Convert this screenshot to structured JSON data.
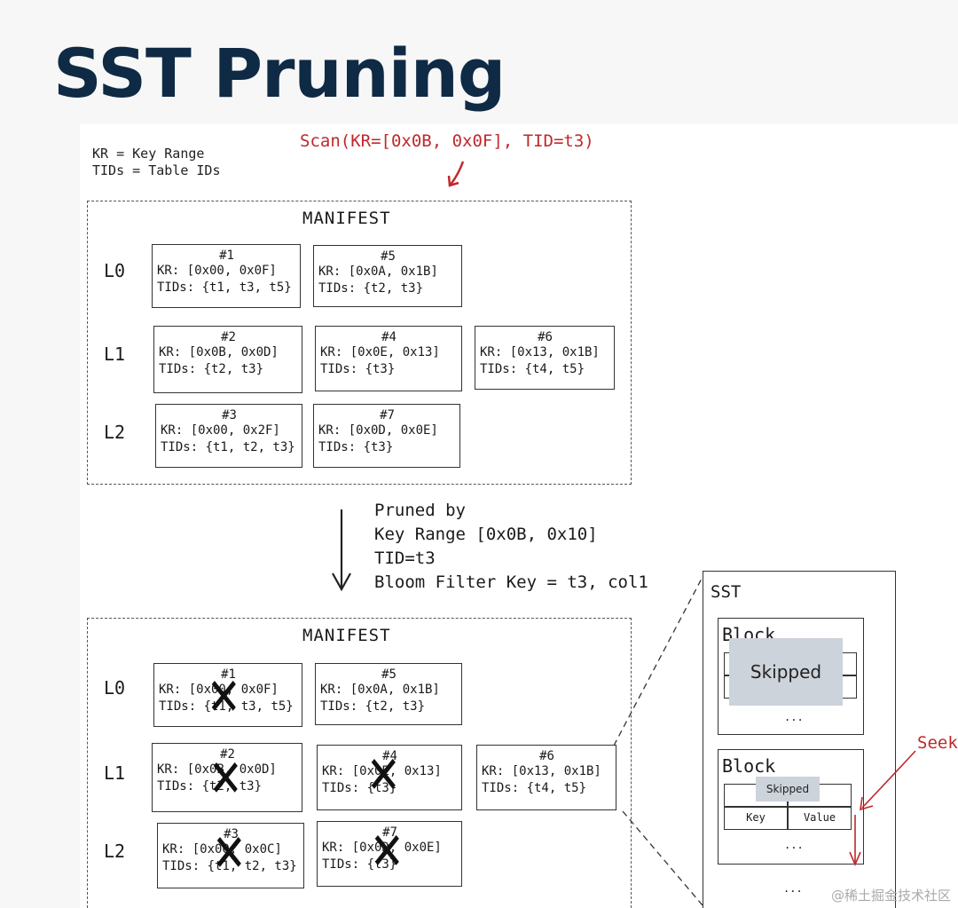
{
  "title": "SST Pruning",
  "legend": {
    "line1": "KR = Key Range",
    "line2": "TIDs = Table IDs"
  },
  "scan_label": "Scan(KR=[0x0B, 0x0F], TID=t3)",
  "manifest_top": {
    "title": "MANIFEST",
    "levels": [
      "L0",
      "L1",
      "L2"
    ],
    "boxes": [
      {
        "id": "#1",
        "kr": "KR: [0x00, 0x0F]",
        "tids": "TIDs: {t1, t3, t5}"
      },
      {
        "id": "#5",
        "kr": "KR: [0x0A, 0x1B]",
        "tids": "TIDs: {t2, t3}"
      },
      {
        "id": "#2",
        "kr": "KR: [0x0B, 0x0D]",
        "tids": "TIDs: {t2, t3}"
      },
      {
        "id": "#4",
        "kr": "KR: [0x0E, 0x13]",
        "tids": "TIDs: {t3}"
      },
      {
        "id": "#6",
        "kr": "KR: [0x13, 0x1B]",
        "tids": "TIDs: {t4, t5}"
      },
      {
        "id": "#3",
        "kr": "KR: [0x00, 0x2F]",
        "tids": "TIDs: {t1, t2, t3}"
      },
      {
        "id": "#7",
        "kr": "KR: [0x0D, 0x0E]",
        "tids": "TIDs: {t3}"
      }
    ]
  },
  "pruned_by": {
    "line1": "Pruned by",
    "line2": "Key Range [0x0B, 0x10]",
    "line3": "TID=t3",
    "line4": "Bloom Filter Key = t3, col1"
  },
  "manifest_bottom": {
    "title": "MANIFEST",
    "levels": [
      "L0",
      "L1",
      "L2"
    ],
    "boxes": [
      {
        "id": "#1",
        "kr": "KR: [0x00, 0x0F]",
        "tids": "TIDs: {t1, t3, t5}",
        "pruned": true
      },
      {
        "id": "#5",
        "kr": "KR: [0x0A, 0x1B]",
        "tids": "TIDs: {t2, t3}",
        "pruned": false
      },
      {
        "id": "#2",
        "kr": "KR: [0x0B, 0x0D]",
        "tids": "TIDs: {t2, t3}",
        "pruned": true
      },
      {
        "id": "#4",
        "kr": "KR: [0x0E, 0x13]",
        "tids": "TIDs: {t3}",
        "pruned": true
      },
      {
        "id": "#6",
        "kr": "KR: [0x13, 0x1B]",
        "tids": "TIDs: {t4, t5}",
        "pruned": false
      },
      {
        "id": "#3",
        "kr": "KR: [0x00, 0x0C]",
        "tids": "TIDs: {t1, t2, t3}",
        "pruned": true
      },
      {
        "id": "#7",
        "kr": "KR: [0x0D, 0x0E]",
        "tids": "TIDs: {t3}",
        "pruned": true
      }
    ]
  },
  "sst": {
    "title": "SST",
    "block_label": "Block",
    "skipped_label": "Skipped",
    "key_label": "Key",
    "value_label": "Value",
    "ellipsis": "...",
    "seek_label": "Seek"
  },
  "cross_glyph": "✕",
  "watermark": "@稀土掘金技术社区"
}
